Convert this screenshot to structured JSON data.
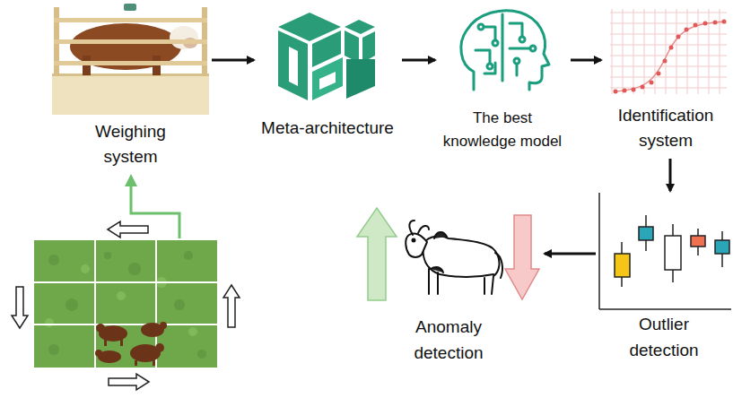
{
  "diagram": {
    "nodes": [
      {
        "text": [
          "Weighing system"
        ]
      },
      {
        "text": [
          "Meta-architecture"
        ]
      },
      {
        "text": [
          "The best knowledge model"
        ]
      },
      {
        "text": [
          "Identification system"
        ]
      },
      {
        "text": [
          "Outlier detection"
        ]
      },
      {
        "text": [
          "Anomaly detection"
        ]
      }
    ],
    "edges": [
      {
        "from": 0,
        "to": 1,
        "arrow": "to"
      },
      {
        "from": 1,
        "to": 2,
        "arrow": "to"
      },
      {
        "from": 2,
        "to": 3,
        "arrow": "to"
      },
      {
        "from": 3,
        "to": 4,
        "arrow": "to"
      },
      {
        "from": 4,
        "to": 5,
        "arrow": "to"
      }
    ]
  }
}
